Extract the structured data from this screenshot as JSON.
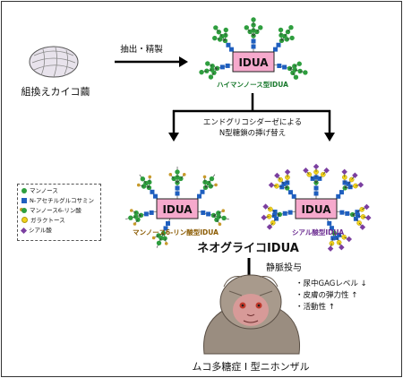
{
  "labels": {
    "silkworm_cocoon": "組換えカイコ繭",
    "extraction": "抽出・精製",
    "enzyme": "IDUA",
    "high_mannose": "ハイマンノース型IDUA",
    "remodeling_line1": "エンドグリコシダーゼによる",
    "remodeling_line2": "N型糖鎖の挿げ替え",
    "m6p_idua": "マンノース6-リン酸型IDUA",
    "sialic_idua": "シアル酸型IDUA",
    "neoglyco": "ネオグライコIDUA",
    "iv_admin": "静脈投与",
    "disease": "ムコ多糖症 I 型ニホンザル"
  },
  "effects": [
    "尿中GAGレベル ↓",
    "皮膚の弾力性 ↑",
    "活動性 ↑"
  ],
  "legend": [
    {
      "label": "マンノース",
      "shape": "circle",
      "color": "#2e9e3e"
    },
    {
      "label": "N-アセチルグルコサミン",
      "shape": "square",
      "color": "#1f5fbf"
    },
    {
      "label": "マンノース6-リン酸",
      "shape": "circle-phosphate",
      "color": "#2e9e3e"
    },
    {
      "label": "ガラクトース",
      "shape": "circle",
      "color": "#f2d21b"
    },
    {
      "label": "シアル酸",
      "shape": "diamond",
      "color": "#7b3fa0"
    }
  ],
  "colors": {
    "enzyme_fill": "#f6a9cc",
    "mannose": "#2e9e3e",
    "glcnac": "#1f5fbf",
    "galactose": "#f2d21b",
    "sialic": "#7b3fa0",
    "high_mannose_label": "#1a7a2e",
    "m6p_label": "#8a5a00",
    "sialic_label": "#6a2a90"
  }
}
